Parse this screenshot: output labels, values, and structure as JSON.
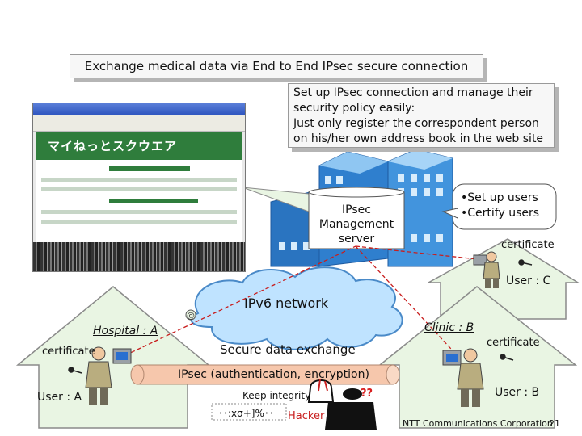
{
  "title": "Exchange medical data via End to End IPsec secure connection",
  "note_lines": [
    "Set up IPsec connection and manage their",
    "security policy easily:",
    "Just only register the correspondent person",
    "on his/her own address book in the web site"
  ],
  "server_lines": [
    "IPsec",
    "Management",
    "server"
  ],
  "callout_lines": [
    "•Set up users",
    "•Certify users"
  ],
  "browser": {
    "banner": "マイねっとスクウエア"
  },
  "labels": {
    "certificate_c": "certificate",
    "user_c": "User : C",
    "network": "IPv6 network",
    "hospital": "Hospital : A",
    "clinic": "Clinic : B",
    "certificate_a": "certificate",
    "certificate_b": "certificate",
    "secure_exchange": "Secure data exchange",
    "ipsec": "IPsec (authentication, encryption)",
    "keep_integrity": "Keep integrity",
    "user_a": "User : A",
    "user_b": "User : B",
    "garbled": "･･:xσ+]%･･",
    "hacker": "Hacker",
    "question": "??",
    "footer": "NTT Communications Corporation",
    "page_number": "21"
  },
  "colors": {
    "house_fill": "#e9f5e3",
    "house_stroke": "#8a8a8a",
    "cloud_fill": "#bfe3ff",
    "cloud_stroke": "#4a8ac8",
    "pipe_fill": "#f6c7ac",
    "building": "#2f7fce",
    "hacker_text": "#c81e1e",
    "question_text": "#d81e1e"
  }
}
